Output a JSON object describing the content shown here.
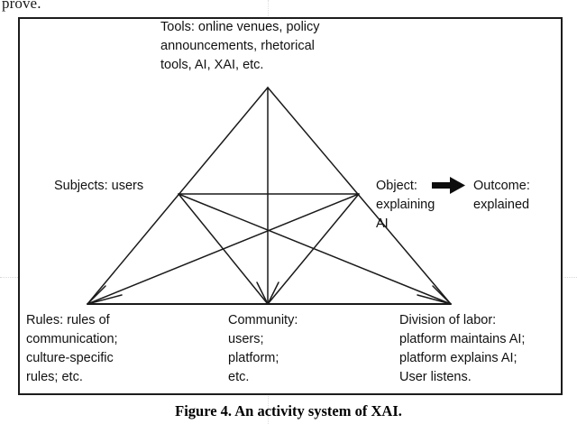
{
  "document": {
    "running_text_fragment": "prove."
  },
  "figure": {
    "caption": "Figure 4. An activity system of XAI.",
    "border_color": "#1c1c1c",
    "background_color": "#ffffff",
    "line_color": "#1a1a1a",
    "nodes": {
      "tools": "Tools: online venues, policy\nannouncements, rhetorical\ntools, AI, XAI, etc.",
      "subjects": "Subjects: users",
      "object": "Object:\nexplaining AI",
      "outcome": "Outcome:\nexplained",
      "rules": "Rules: rules of\ncommunication;\nculture-specific\nrules; etc.",
      "community": "Community:\nusers;\nplatform;\netc.",
      "division_of_labor": "Division of labor:\nplatform maintains AI;\nplatform explains AI;\nUser listens."
    },
    "arrow": {
      "name": "object-to-outcome-arrow",
      "direction": "right"
    }
  }
}
